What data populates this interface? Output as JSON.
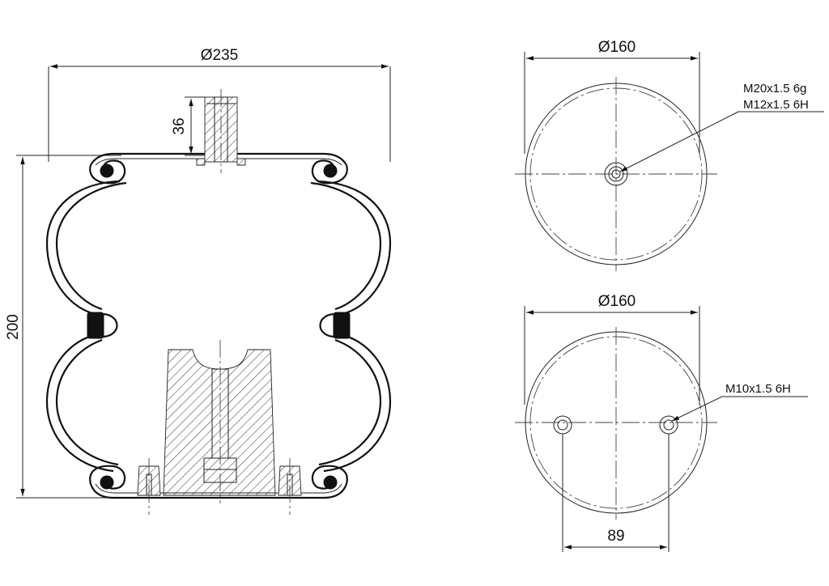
{
  "side_view": {
    "width_dim": "Ø235",
    "height_dim": "200",
    "stud_height_dim": "36"
  },
  "top_view": {
    "diameter_dim": "Ø160",
    "thread_outer": "M20x1.5 6g",
    "thread_inner": "M12x1.5 6H"
  },
  "bottom_view": {
    "diameter_dim": "Ø160",
    "thread": "M10x1.5 6H",
    "bolt_spacing_dim": "89"
  },
  "colors": {
    "line": "#111111",
    "background": "#ffffff"
  }
}
